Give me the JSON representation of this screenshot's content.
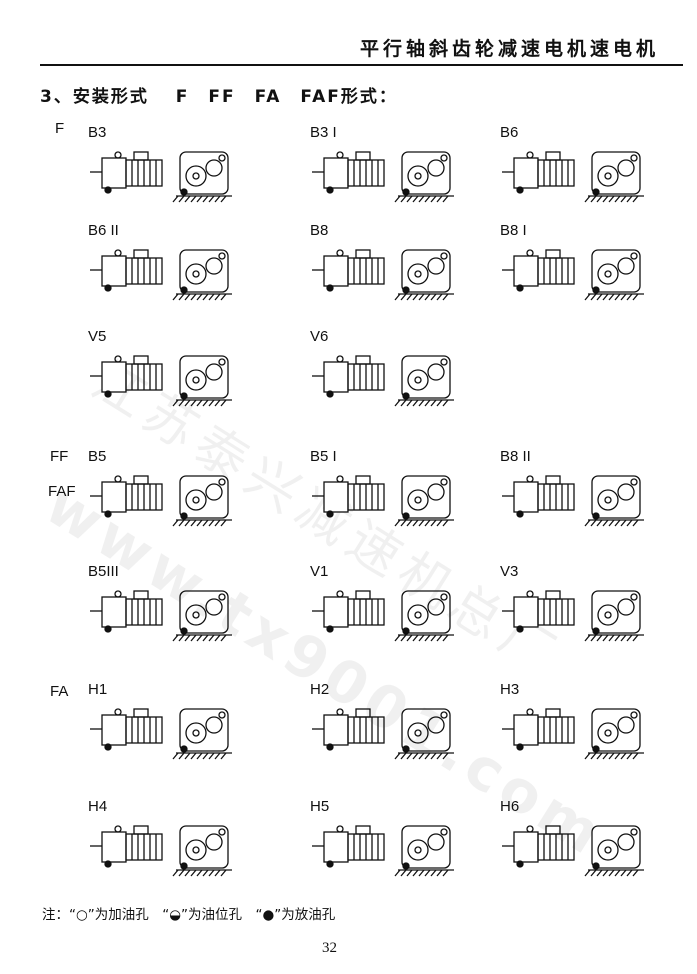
{
  "header": {
    "title": "平行轴斜齿轮减速电机速电机"
  },
  "section_title": "3、安装形式　 F　FF　FA　FAF形式：",
  "groups": {
    "F": "F",
    "FF": "FF",
    "FAF": "FAF",
    "FA": "FA"
  },
  "positions": [
    "B3",
    "B3 I",
    "B6",
    "B6 II",
    "B8",
    "B8 I",
    "V5",
    "V6",
    "B5",
    "B5 I",
    "B8 II",
    "B5III",
    "V1",
    "V3",
    "H1",
    "H2",
    "H3",
    "H4",
    "H5",
    "H6"
  ],
  "watermark": {
    "company": "江苏泰兴减速机总厂",
    "url": "www.tx9001.com"
  },
  "note": "注：“○”为加油孔　“◒”为油位孔　“●”为放油孔",
  "page_number": "32"
}
